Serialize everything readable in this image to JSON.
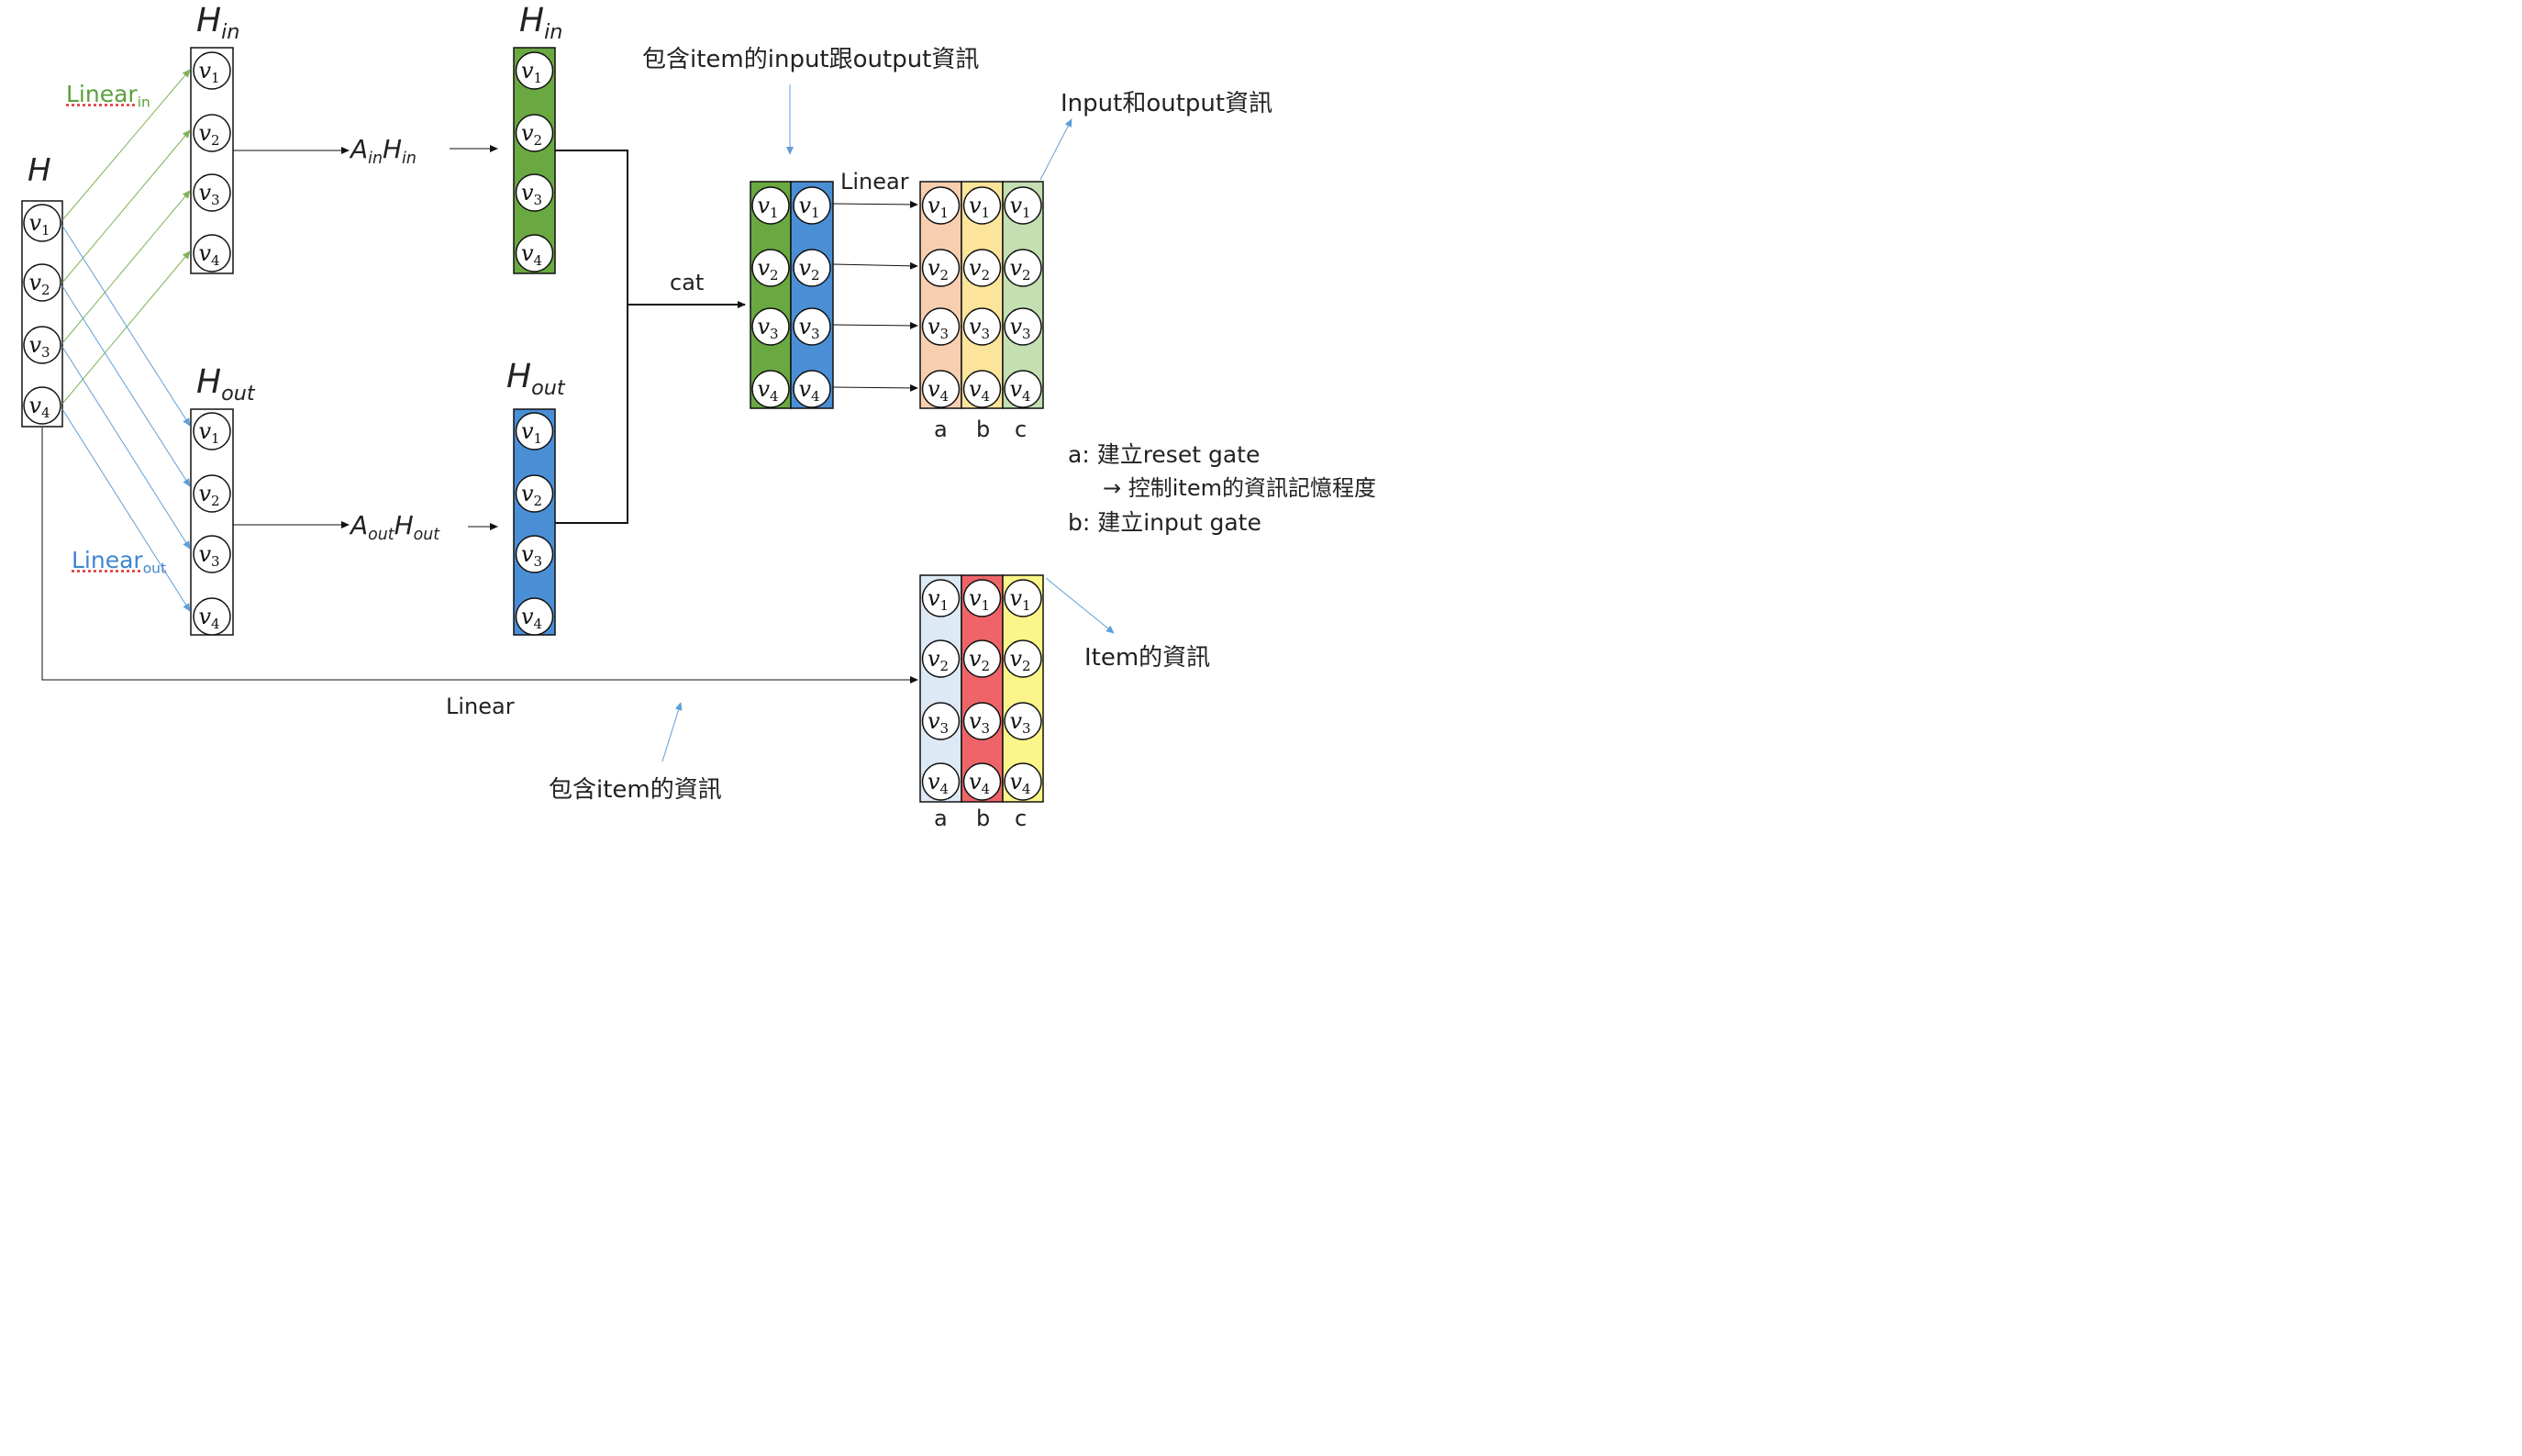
{
  "labels": {
    "H": "H",
    "H_in_left": "in",
    "H_in_right": "in",
    "H_out_left": "out",
    "H_out_right": "out",
    "H_base": "H",
    "A_in": "A",
    "A_in_sub": "in",
    "A_in_H": "H",
    "A_in_H_sub": "in",
    "A_out": "A",
    "A_out_sub": "out",
    "A_out_H": "H",
    "A_out_H_sub": "out",
    "linear_in": "Linear",
    "linear_in_sub": "in",
    "linear_out": "Linear",
    "linear_out_sub": "out",
    "cat": "cat",
    "linear_top": "Linear",
    "linear_bottom": "Linear",
    "col_a": "a",
    "col_b": "b",
    "col_c": "c",
    "col_a2": "a",
    "col_b2": "b",
    "col_c2": "c"
  },
  "annotations": {
    "top_center": "包含item的input跟output資訊",
    "top_right": "Input和output資訊",
    "item_info": "Item的資訊",
    "bottom_center": "包含item的資訊"
  },
  "notes": {
    "line1": "a: 建立reset gate",
    "line2": "→ 控制item的資訊記憶程度",
    "line3": "b: 建立input gate"
  },
  "node_labels": [
    "v1",
    "v2",
    "v3",
    "v4"
  ],
  "colors": {
    "green": "#6aa842",
    "blue": "#4a8fd6",
    "orange": "#f7cfb0",
    "yellow": "#fce49a",
    "lightgreen": "#c4dfb1",
    "lightblue": "#dde9f5",
    "red": "#ef6468",
    "brightyellow": "#fbf58a",
    "arrow_green": "#7fb35a",
    "arrow_blue": "#5f9fd8",
    "text_green": "#5aa03c",
    "text_blue": "#3f86cf"
  }
}
